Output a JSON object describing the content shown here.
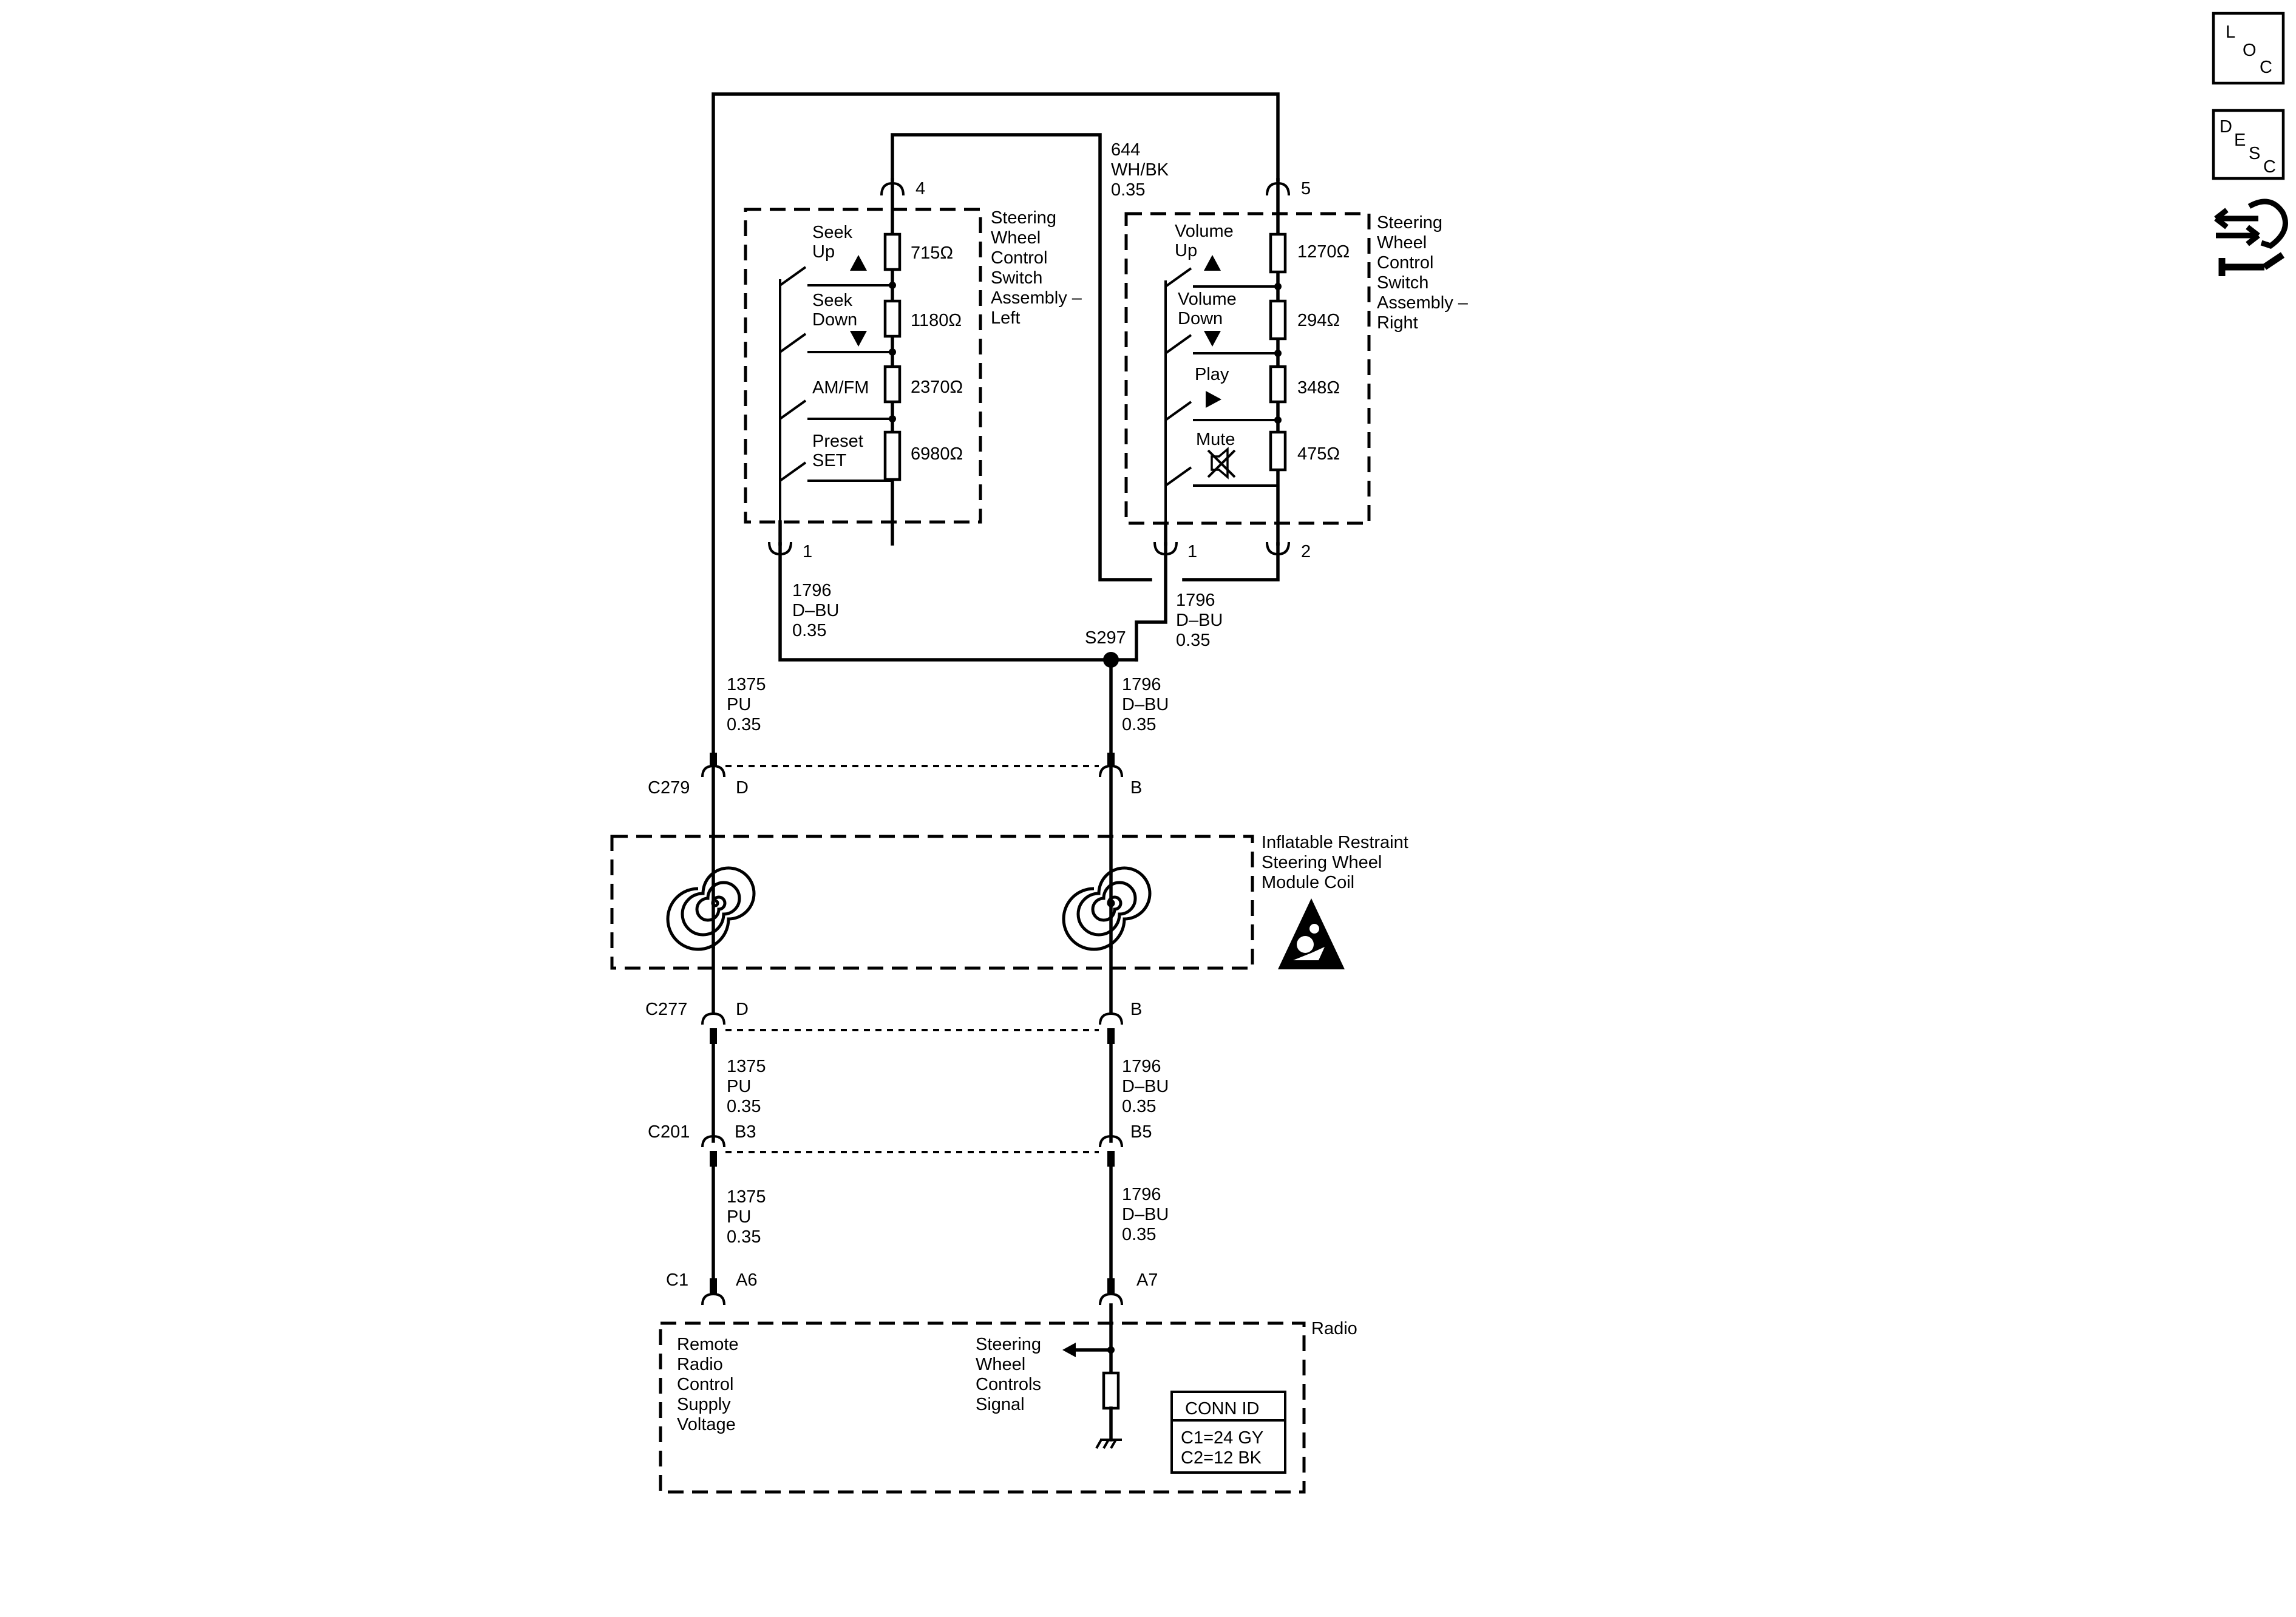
{
  "toolbar": {
    "loc_button": {
      "letters": [
        "L",
        "O",
        "C"
      ]
    },
    "desc_button": {
      "letters": [
        "D",
        "E",
        "S",
        "C"
      ]
    },
    "navigate_icon": "arrows-wrench-icon"
  },
  "left_switch": {
    "name_lines": [
      "Steering",
      "Wheel",
      "Control",
      "Switch",
      "Assembly –",
      "Left"
    ],
    "top_pin": "4",
    "bottom_pin": "1",
    "buttons": [
      {
        "label_lines": [
          "Seek",
          "Up"
        ],
        "symbol": "up-arrow-icon",
        "resistance": "715Ω"
      },
      {
        "label_lines": [
          "Seek",
          "Down"
        ],
        "symbol": "down-arrow-icon",
        "resistance": "1180Ω"
      },
      {
        "label_lines": [
          "AM/FM"
        ],
        "symbol": "",
        "resistance": "2370Ω"
      },
      {
        "label_lines": [
          "Preset",
          "SET"
        ],
        "symbol": "",
        "resistance": "6980Ω"
      }
    ]
  },
  "right_switch": {
    "name_lines": [
      "Steering",
      "Wheel",
      "Control",
      "Switch",
      "Assembly –",
      "Right"
    ],
    "top_pin": "5",
    "bottom_pins": [
      "1",
      "2"
    ],
    "buttons": [
      {
        "label_lines": [
          "Volume",
          "Up"
        ],
        "symbol": "up-arrow-icon",
        "resistance": "1270Ω"
      },
      {
        "label_lines": [
          "Volume",
          "Down"
        ],
        "symbol": "down-arrow-icon",
        "resistance": "294Ω"
      },
      {
        "label_lines": [
          "Play"
        ],
        "symbol": "play-arrow-icon",
        "resistance": "348Ω"
      },
      {
        "label_lines": [
          "Mute"
        ],
        "symbol": "mute-speaker-icon",
        "resistance": "475Ω"
      }
    ]
  },
  "wires": {
    "w644": [
      "644",
      "WH/BK",
      "0.35"
    ],
    "w1796_left": [
      "1796",
      "D–BU",
      "0.35"
    ],
    "w1796_right": [
      "1796",
      "D–BU",
      "0.35"
    ],
    "w1375_a": [
      "1375",
      "PU",
      "0.35"
    ],
    "w1796_a": [
      "1796",
      "D–BU",
      "0.35"
    ],
    "w1375_b": [
      "1375",
      "PU",
      "0.35"
    ],
    "w1796_b": [
      "1796",
      "D–BU",
      "0.35"
    ],
    "w1375_c": [
      "1375",
      "PU",
      "0.35"
    ],
    "w1796_c": [
      "1796",
      "D–BU",
      "0.35"
    ]
  },
  "splice": "S297",
  "connectors": {
    "c279": {
      "name": "C279",
      "pin_left": "D",
      "pin_right": "B"
    },
    "c277": {
      "name": "C277",
      "pin_left": "D",
      "pin_right": "B"
    },
    "c201": {
      "name": "C201",
      "pin_left": "B3",
      "pin_right": "B5"
    },
    "c1": {
      "name": "C1",
      "pin_left": "A6",
      "pin_right": "A7"
    }
  },
  "clockspring": {
    "name_lines": [
      "Inflatable Restraint",
      "Steering Wheel",
      "Module Coil"
    ],
    "warning_icon": "airbag-warning-icon"
  },
  "radio": {
    "name": "Radio",
    "supply_lines": [
      "Remote",
      "Radio",
      "Control",
      "Supply",
      "Voltage"
    ],
    "signal_lines": [
      "Steering",
      "Wheel",
      "Controls",
      "Signal"
    ],
    "conn_id": {
      "title": "CONN ID",
      "rows": [
        "C1=24 GY",
        "C2=12 BK"
      ]
    }
  }
}
